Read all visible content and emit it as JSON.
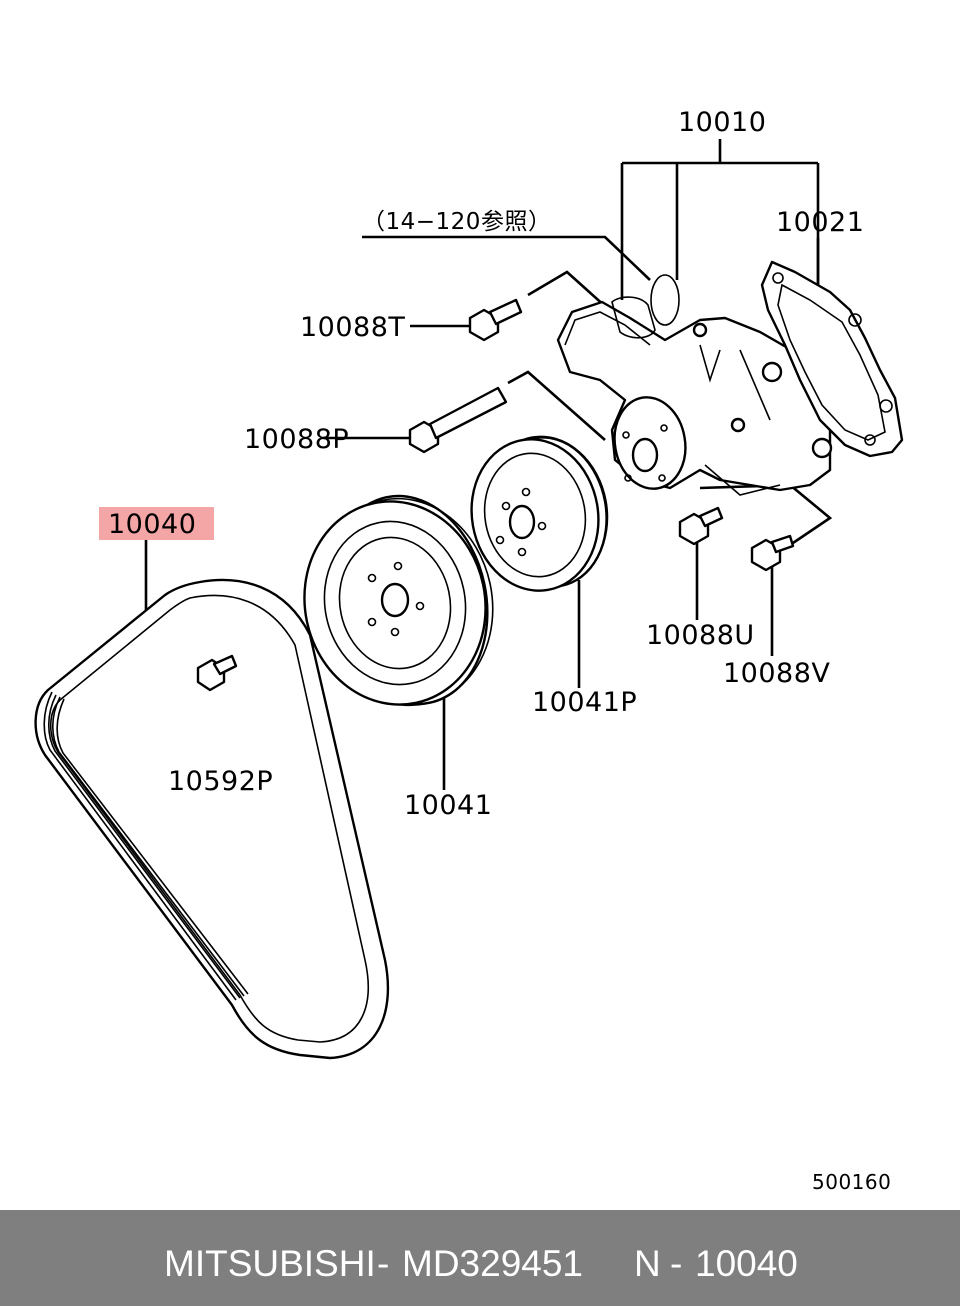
{
  "diagram": {
    "reference_note": "（14−120参照）",
    "labels": {
      "water_pump_assy": "10010",
      "gasket": "10021",
      "bolt_t": "10088T",
      "bolt_p": "10088P",
      "belt": "10040",
      "pulley_10041": "10041",
      "pulley_10041p": "10041P",
      "bolt_u": "10088U",
      "bolt_v": "10088V",
      "bolt_10592p": "10592P"
    },
    "highlighted_part": "10040",
    "highlight_color": "#f4a5a5",
    "figure_number": "500160"
  },
  "footer": {
    "brand": "MITSUBISHI",
    "separator_1": "-",
    "part_number": "MD329451",
    "position_prefix": "N",
    "separator_2": "-",
    "position_number": "10040",
    "background_color": "#7f7f7f"
  }
}
